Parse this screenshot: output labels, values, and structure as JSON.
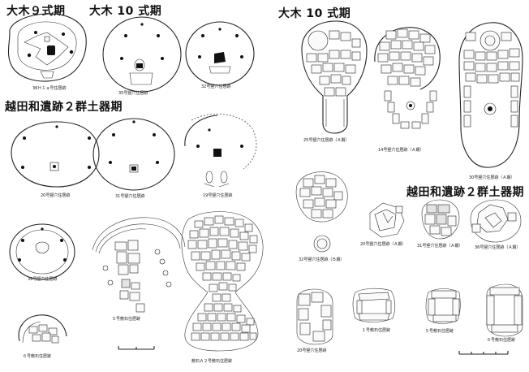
{
  "figure": {
    "headings": {
      "left_oki9": "大木９式期",
      "left_oki10": "大木 10 式期",
      "left_koshita": "越田和遺跡２群土器期",
      "right_oki10": "大木 10 式期",
      "right_koshita": "越田和遺跡２群土器期"
    },
    "captions": {
      "c_oki9": "36Ｈ１ａ号住居跡",
      "c_35": "35号竪穴住居跡",
      "c_32a": "32号竪穴住居跡",
      "c_20a": "20号竪穴住居跡",
      "c_31a": "31号竪穴住居跡",
      "c_19": "19号竪穴住居跡",
      "c_39": "39号竪穴住居跡",
      "c_5": "５号敷石住居跡",
      "c_6": "６号敷石住居跡",
      "c_a2": "敷石Ａ２号敷石住居跡",
      "c_25": "25号竪穴住居跡（Ａ期）",
      "c_14": "14号竪穴住居跡（Ａ期）",
      "c_30": "30号竪穴住居跡（Ａ期）",
      "c_32b": "32号竪穴住居跡（Ｂ期）",
      "c_20b": "20号竪穴住居跡（Ａ期）",
      "c_31b": "31号竪穴住居跡（Ａ期）",
      "c_36": "36号竪穴住居跡（Ａ期）",
      "c_20c": "20号竪穴住居跡",
      "c_1": "１号敷石住居跡",
      "c_5b": "５号敷石住居跡",
      "c_6b": "６号敷石住居跡"
    }
  }
}
